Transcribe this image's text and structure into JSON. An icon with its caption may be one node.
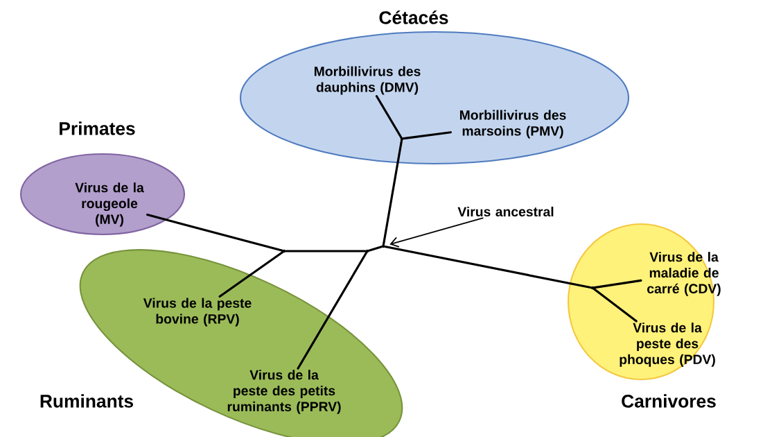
{
  "diagram": {
    "nodes": [
      {
        "text": [
          "Cétacés"
        ]
      },
      {
        "text": [
          "Morbillivirus des dauphins (DMV)"
        ],
        "in": 0
      },
      {
        "text": [
          "Morbillivirus des marsoins (PMV)"
        ],
        "in": 0
      },
      {
        "text": [
          "Primates"
        ]
      },
      {
        "text": [
          "Virus de la rougeole (MV)"
        ],
        "in": 3
      },
      {
        "text": [
          "Ruminants"
        ]
      },
      {
        "text": [
          "Virus de la peste bovine (RPV)"
        ],
        "in": 5
      },
      {
        "text": [
          "Virus de la peste des petits ruminants (PPRV)"
        ],
        "in": 5
      },
      {
        "text": [
          "Carnivores"
        ]
      },
      {
        "text": [
          "Virus de la maladie de carré (CDV)"
        ],
        "in": 8
      },
      {
        "text": [
          "Virus de la peste des phoques (PDV)"
        ],
        "in": 8
      },
      {
        "text": [
          "Virus ancestral"
        ]
      },
      {
        "text": [],
        "shape": "point"
      },
      {
        "text": [],
        "shape": "point",
        "in": 0
      },
      {
        "text": [],
        "shape": "point"
      },
      {
        "text": [],
        "shape": "point"
      },
      {
        "text": [],
        "shape": "point",
        "in": 8
      }
    ],
    "edges": [
      {
        "from": 12,
        "to": 13,
        "arrow": "none"
      },
      {
        "from": 13,
        "to": 1,
        "arrow": "none"
      },
      {
        "from": 13,
        "to": 2,
        "arrow": "none"
      },
      {
        "from": 12,
        "to": 14,
        "arrow": "none"
      },
      {
        "from": 14,
        "to": 7,
        "arrow": "none"
      },
      {
        "from": 14,
        "to": 15,
        "arrow": "none"
      },
      {
        "from": 15,
        "to": 4,
        "arrow": "none"
      },
      {
        "from": 15,
        "to": 6,
        "arrow": "none"
      },
      {
        "from": 12,
        "to": 16,
        "arrow": "none"
      },
      {
        "from": 16,
        "to": 9,
        "arrow": "none"
      },
      {
        "from": 16,
        "to": 10,
        "arrow": "none"
      },
      {
        "from": 11,
        "to": 12,
        "arrow": "to"
      }
    ]
  }
}
